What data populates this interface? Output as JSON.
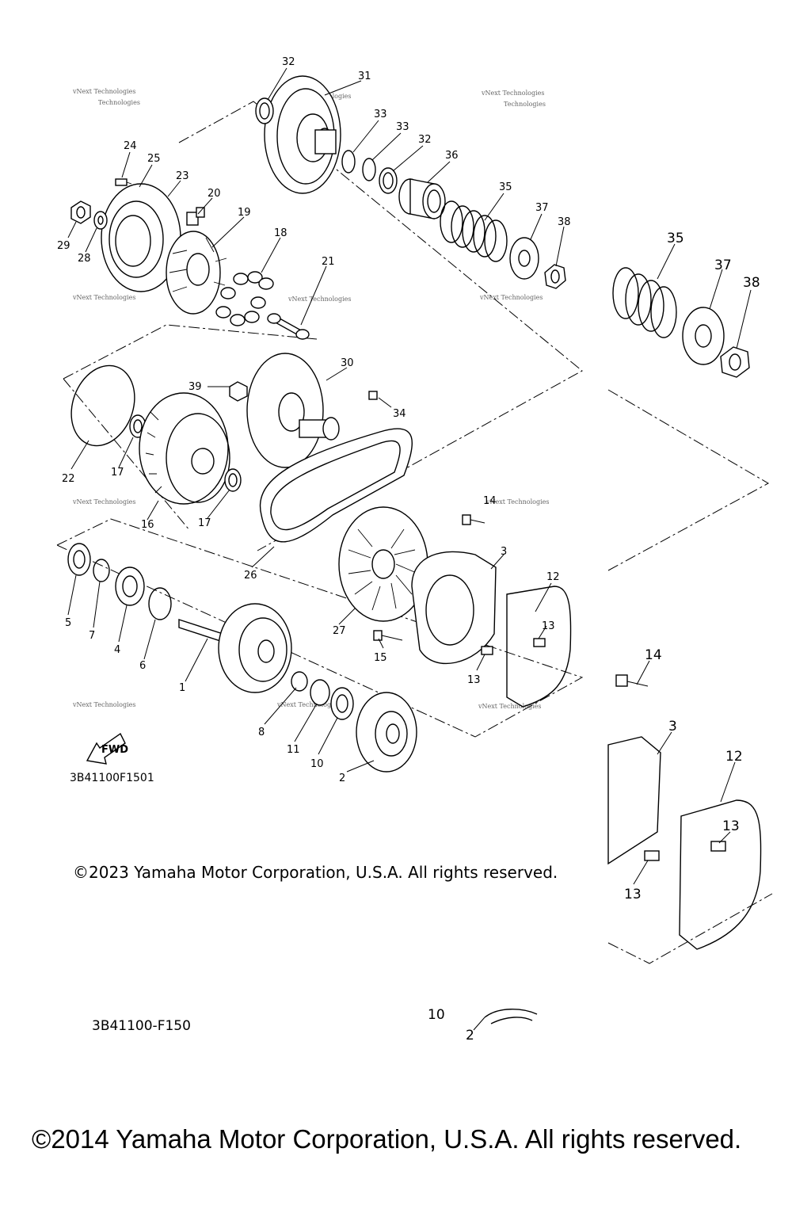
{
  "diagram": {
    "callouts": [
      {
        "id": "c32a",
        "text": "32"
      },
      {
        "id": "c31",
        "text": "31"
      },
      {
        "id": "c33a",
        "text": "33"
      },
      {
        "id": "c33b",
        "text": "33"
      },
      {
        "id": "c32b",
        "text": "32"
      },
      {
        "id": "c36",
        "text": "36"
      },
      {
        "id": "c35",
        "text": "35"
      },
      {
        "id": "c37",
        "text": "37"
      },
      {
        "id": "c38",
        "text": "38"
      },
      {
        "id": "c24",
        "text": "24"
      },
      {
        "id": "c25",
        "text": "25"
      },
      {
        "id": "c23",
        "text": "23"
      },
      {
        "id": "c20",
        "text": "20"
      },
      {
        "id": "c19",
        "text": "19"
      },
      {
        "id": "c29",
        "text": "29"
      },
      {
        "id": "c28",
        "text": "28"
      },
      {
        "id": "c18",
        "text": "18"
      },
      {
        "id": "c21",
        "text": "21"
      },
      {
        "id": "c30",
        "text": "30"
      },
      {
        "id": "c39",
        "text": "39"
      },
      {
        "id": "c34",
        "text": "34"
      },
      {
        "id": "c22",
        "text": "22"
      },
      {
        "id": "c17a",
        "text": "17"
      },
      {
        "id": "c16",
        "text": "16"
      },
      {
        "id": "c17b",
        "text": "17"
      },
      {
        "id": "c14",
        "text": "14"
      },
      {
        "id": "c3",
        "text": "3"
      },
      {
        "id": "c12",
        "text": "12"
      },
      {
        "id": "c26",
        "text": "26"
      },
      {
        "id": "c5",
        "text": "5"
      },
      {
        "id": "c7",
        "text": "7"
      },
      {
        "id": "c4",
        "text": "4"
      },
      {
        "id": "c6",
        "text": "6"
      },
      {
        "id": "c27",
        "text": "27"
      },
      {
        "id": "c13a",
        "text": "13"
      },
      {
        "id": "c15",
        "text": "15"
      },
      {
        "id": "c13b",
        "text": "13"
      },
      {
        "id": "c1",
        "text": "1"
      },
      {
        "id": "c8",
        "text": "8"
      },
      {
        "id": "c11",
        "text": "11"
      },
      {
        "id": "c10",
        "text": "10"
      },
      {
        "id": "c2",
        "text": "2"
      }
    ],
    "zoom_callouts": [
      {
        "id": "z35",
        "text": "35"
      },
      {
        "id": "z37",
        "text": "37"
      },
      {
        "id": "z38",
        "text": "38"
      },
      {
        "id": "z14",
        "text": "14"
      },
      {
        "id": "z3",
        "text": "3"
      },
      {
        "id": "z12",
        "text": "12"
      },
      {
        "id": "z13a",
        "text": "13"
      },
      {
        "id": "z13b",
        "text": "13"
      },
      {
        "id": "z10",
        "text": "10"
      },
      {
        "id": "z2",
        "text": "2"
      }
    ],
    "fwd_label": "FWD",
    "figure_code": "3B41100F1501",
    "figure_code_large": "3B41100-F150",
    "watermark": "vNext Technologies",
    "watermark_second_line": "Technologies"
  },
  "copyright": {
    "line_2023": "©2023 Yamaha Motor Corporation, U.S.A. All rights reserved.",
    "line_2014": "©2014 Yamaha Motor Corporation, U.S.A. All rights reserved."
  }
}
